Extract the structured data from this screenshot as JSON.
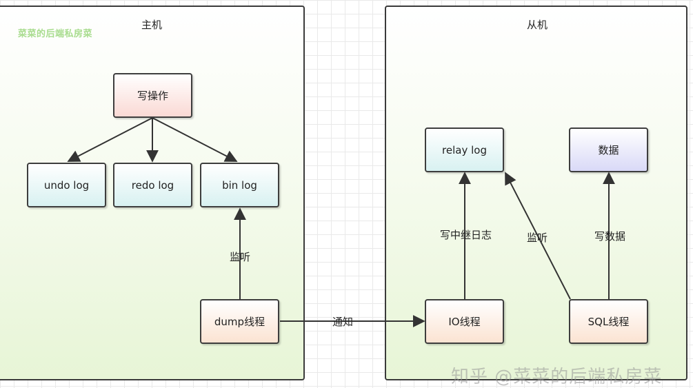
{
  "master": {
    "title": "主机",
    "watermark": "菜菜的后端私房菜"
  },
  "slave": {
    "title": "从机"
  },
  "nodes": {
    "write_op": "写操作",
    "undo_log": "undo log",
    "redo_log": "redo log",
    "bin_log": "bin log",
    "dump_thread": "dump线程",
    "relay_log": "relay log",
    "data": "数据",
    "io_thread": "IO线程",
    "sql_thread": "SQL线程"
  },
  "edge_labels": {
    "listen_master": "监听",
    "notify": "通知",
    "write_relay": "写中继日志",
    "listen_slave": "监听",
    "write_data": "写数据"
  },
  "footer_watermark": "知乎 @菜菜的后端私房菜",
  "colors": {
    "panel_fill": "#e7f5d6",
    "node_cyan": "#d8f1f1",
    "node_pink": "#fad9d4",
    "node_peach": "#fbe3d2",
    "node_purple": "#d9d9f7",
    "stroke": "#3d3d3d"
  }
}
